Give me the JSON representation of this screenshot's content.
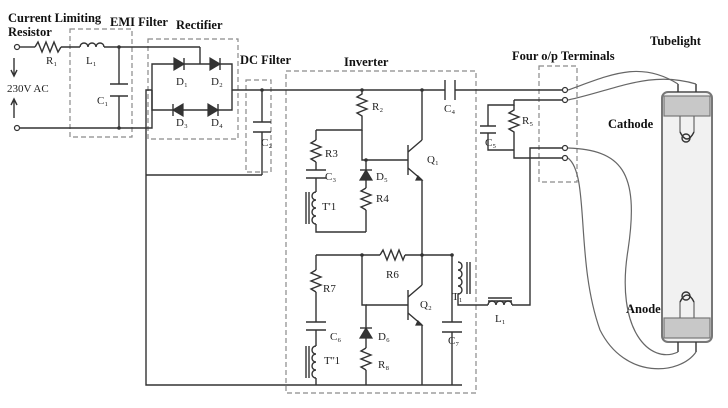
{
  "section_labels": {
    "current_limiting": "Current Limiting",
    "resistor": "Resistor",
    "emi_filter": "EMI Filter",
    "rectifier": "Rectifier",
    "dc_filter": "DC Filter",
    "inverter": "Inverter",
    "four_op_terminals": "Four o/p Terminals",
    "tubelight": "Tubelight",
    "cathode": "Cathode",
    "anode": "Anode"
  },
  "source": {
    "label": "230V AC"
  },
  "components": {
    "R1": "R₁",
    "L1_emi": "L₁",
    "C1": "C₁",
    "D1": "D₁",
    "D2": "D₂",
    "D3": "D₃",
    "D4": "D₄",
    "C2": "C₂",
    "R2": "R₂",
    "C4": "C₄",
    "R3": "R3",
    "C3": "C₃",
    "D5": "D₅",
    "T1p": "T'1",
    "R4": "R4",
    "Q1": "Q₁",
    "R6": "R6",
    "R7": "R7",
    "Q2": "Q₂",
    "T1": "T₁",
    "L1": "L₁",
    "C6": "C₆",
    "D6": "D₆",
    "T1pp": "T''1",
    "R8": "R₈",
    "C7": "C₇",
    "C5": "C₅",
    "R5": "R₅"
  }
}
